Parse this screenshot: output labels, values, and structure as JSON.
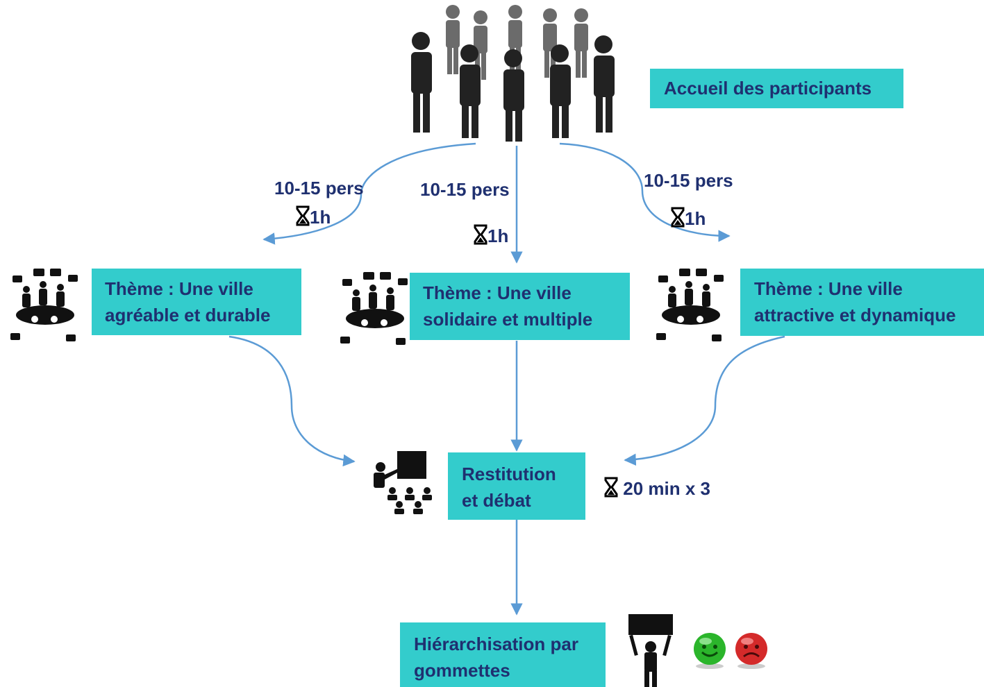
{
  "nodes": {
    "accueil": {
      "label": "Accueil des participants"
    },
    "theme1": {
      "line1": "Thème : Une ville",
      "line2": "agréable et durable"
    },
    "theme2": {
      "line1": "Thème : Une ville",
      "line2": "solidaire et multiple"
    },
    "theme3": {
      "line1": "Thème : Une ville",
      "line2": "attractive et dynamique"
    },
    "restitution": {
      "line1": "Restitution",
      "line2": "et débat"
    },
    "hierarchisation": {
      "line1": "Hiérarchisation par",
      "line2": "gommettes"
    }
  },
  "edge_labels": {
    "left_group": "10-15 pers",
    "left_time": "1h",
    "center_group": "10-15 pers",
    "center_time": "1h",
    "right_group": "10-15 pers",
    "right_time": "1h",
    "restitution_time": "20 min x 3"
  },
  "icons": {
    "crowd": "crowd-icon",
    "discussion": "discussion-group-icon",
    "presentation": "presentation-icon",
    "vote": "protest-sign-icon",
    "happy": "happy-smiley-icon",
    "sad": "sad-smiley-icon",
    "timer": "hourglass-icon"
  },
  "colors": {
    "box_fill": "#33cccc",
    "text": "#1f3070",
    "arrow": "#5b9bd5",
    "happy": "#2bb52b",
    "sad": "#d42a2a"
  }
}
